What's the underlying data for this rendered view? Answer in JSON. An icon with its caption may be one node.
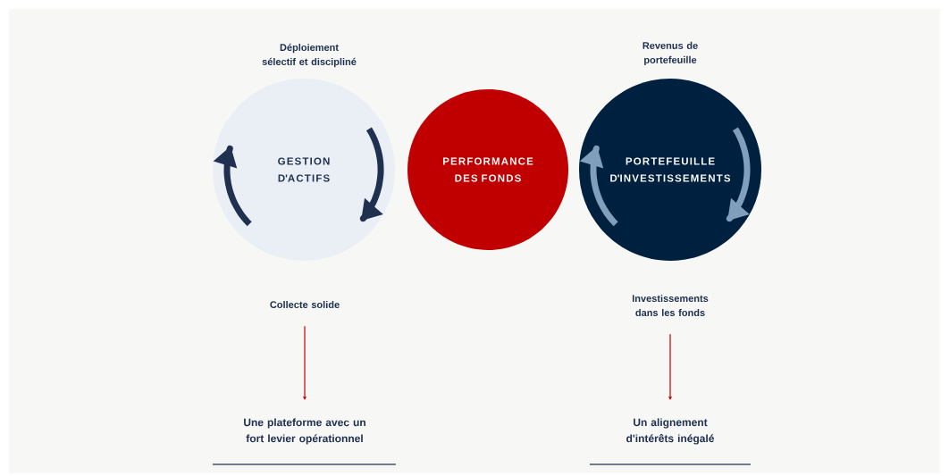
{
  "diagram": {
    "nodes": [
      {
        "text": [
          "GESTION D'ACTIFS"
        ],
        "beside": [
          "Déploiement sélectif et discipliné"
        ]
      },
      {
        "text": [
          "PERFORMANCE DES FONDS"
        ]
      },
      {
        "text": [
          "PORTEFEUILLE D'INVESTISSEMENTS"
        ],
        "beside": [
          "Revenus de portefeuille"
        ]
      },
      {
        "text": [
          "Collecte solide"
        ]
      },
      {
        "text": [
          "Une plateforme avec un fort levier opérationnel"
        ]
      },
      {
        "text": [
          "Investissements dans les fonds"
        ]
      },
      {
        "text": [
          "Un alignement d'intérêts inégalé"
        ]
      }
    ],
    "edges": [
      {
        "from": 3,
        "to": 4,
        "arrow": "to"
      },
      {
        "from": 5,
        "to": 6,
        "arrow": "to"
      }
    ]
  }
}
